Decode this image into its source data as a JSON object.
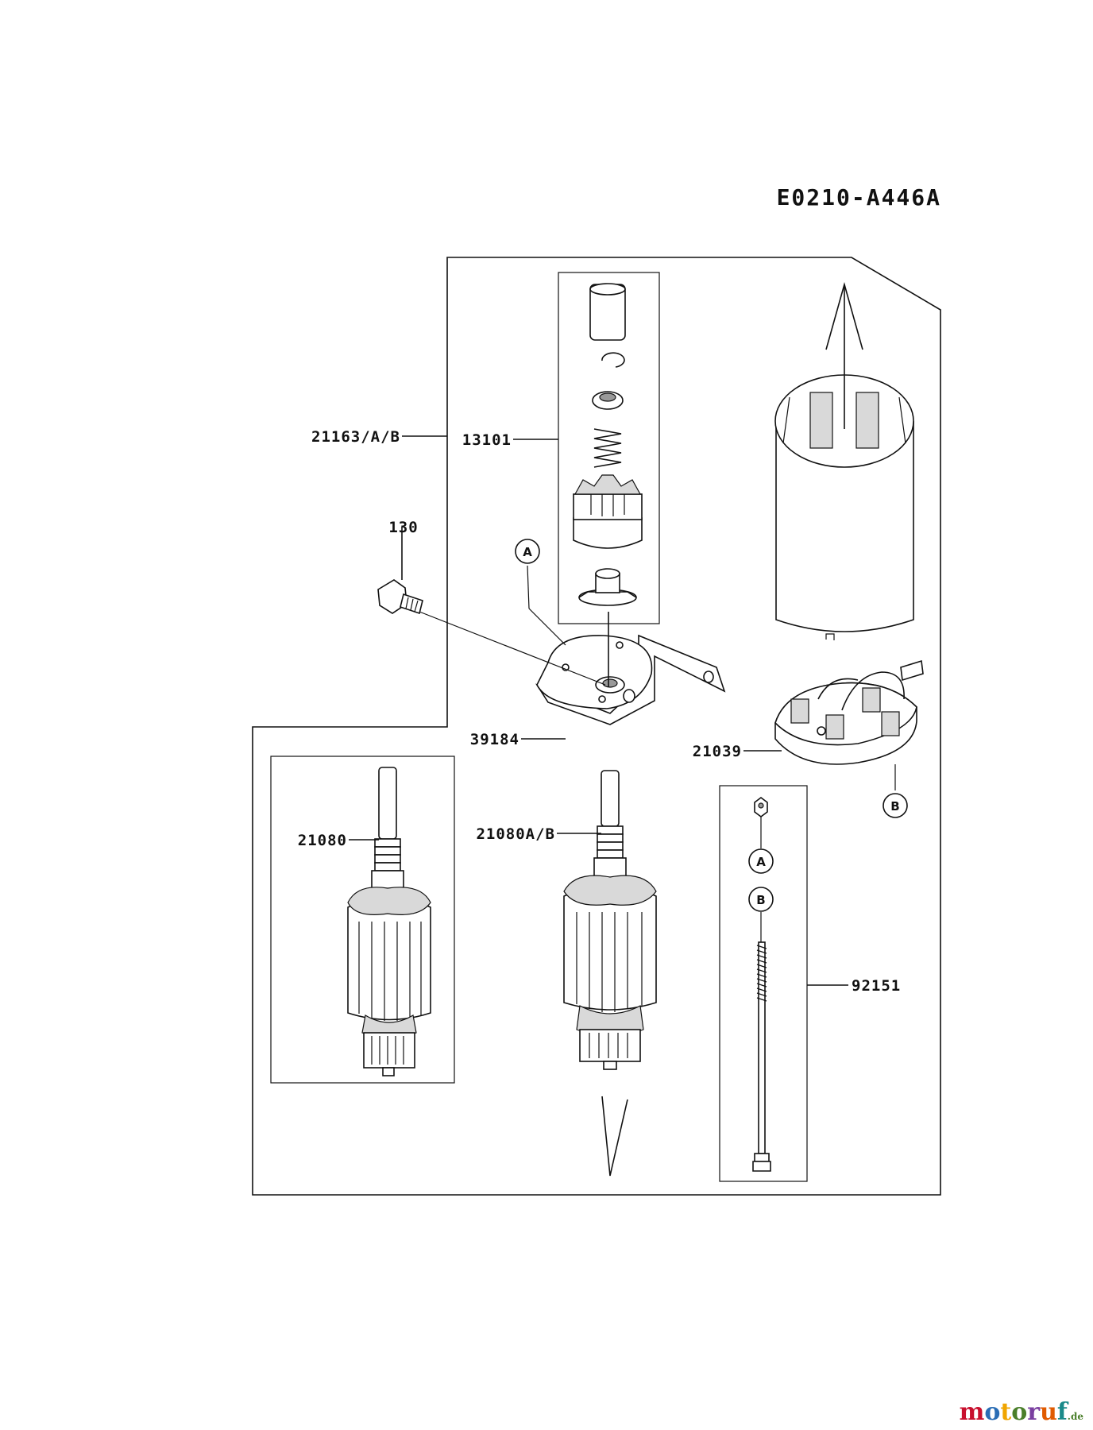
{
  "diagram": {
    "code": "E0210-A446A",
    "labels": {
      "assembly": "21163/A/B",
      "drive": "13101",
      "bolt": "130",
      "bracket": "39184",
      "brush_plate": "21039",
      "armature_std": "21080",
      "armature_ab": "21080A/B",
      "through_bolt": "92151"
    },
    "refs": {
      "a": "A",
      "b": "B"
    }
  },
  "watermark": {
    "text": "motoruf",
    "suffix": ".de",
    "colors": [
      "#c8102e",
      "#2a6db5",
      "#f0a500",
      "#4a7f2a",
      "#7a3fa0",
      "#e05a00",
      "#1a8a8a"
    ]
  }
}
